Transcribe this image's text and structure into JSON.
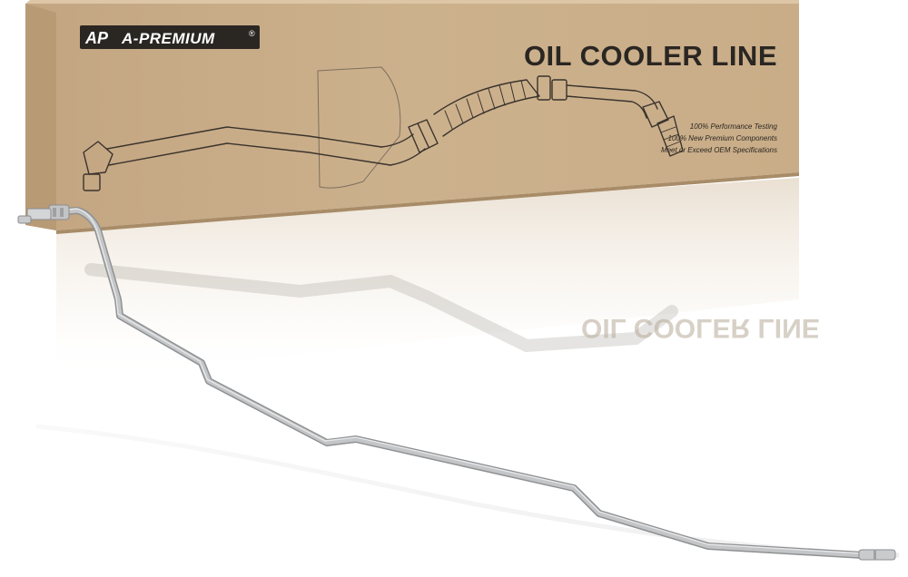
{
  "brand": {
    "logo_mark": "AP",
    "name": "A-PREMIUM",
    "registered": "®"
  },
  "product": {
    "title": "OIL COOLER LINE",
    "features": [
      "100% Performance Testing",
      "100% New Premium Components",
      "Meet or Exceed OEM Specifications"
    ]
  },
  "colors": {
    "box": "#c9ae8a",
    "box_top": "#ddc6a6",
    "box_edge": "#a88c68",
    "line_metal": "#b9bbbd",
    "ink": "#2a2622"
  }
}
